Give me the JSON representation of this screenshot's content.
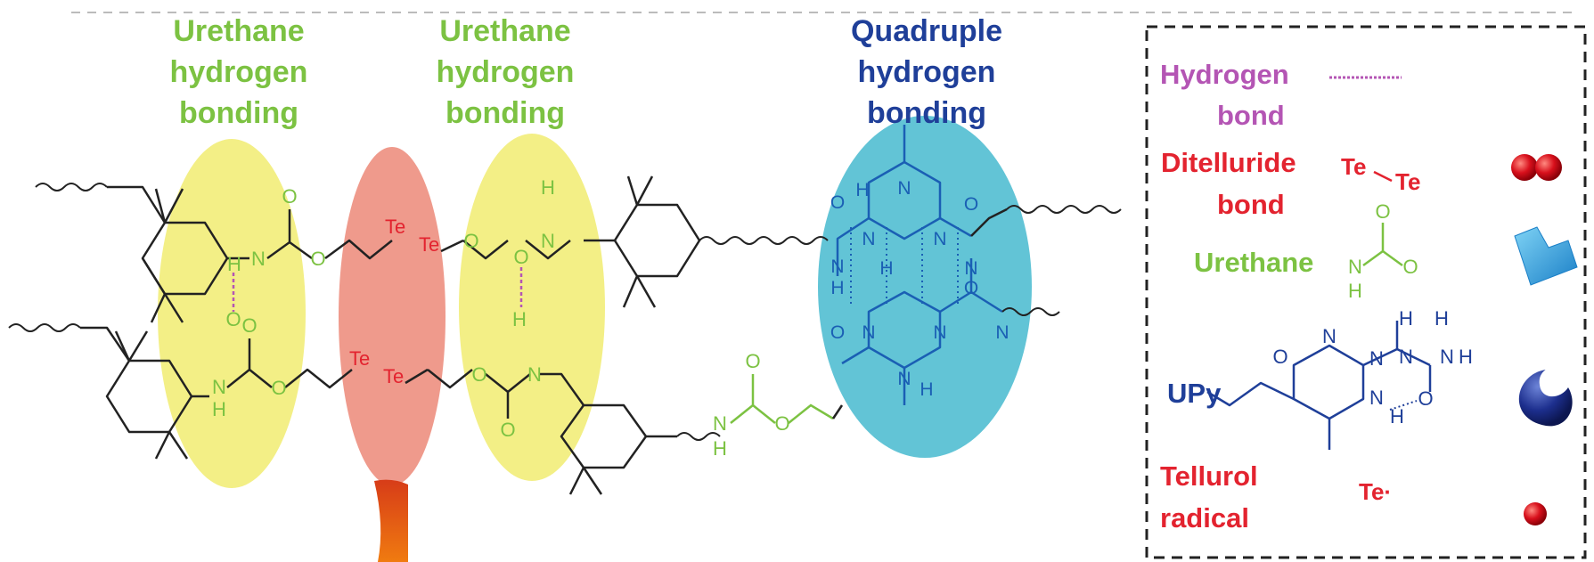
{
  "colors": {
    "urethane": "#7cc242",
    "ditelluride": "#e3232f",
    "quadruple": "#1f3f99",
    "hydrogen_bond": "#b455b4",
    "skeleton": "#222222",
    "atom_blue": "#1a5fb4",
    "yellow_oval": "#f3ef86",
    "red_oval": "#ef9a8c",
    "blue_oval": "#62c4d6"
  },
  "labels": {
    "urethane1": [
      "Urethane",
      "hydrogen",
      "bonding"
    ],
    "urethane2": [
      "Urethane",
      "hydrogen",
      "bonding"
    ],
    "quadruple": [
      "Quadruple",
      "hydrogen",
      "bonding"
    ]
  },
  "atoms": {
    "H": "H",
    "N": "N",
    "O": "O",
    "Te": "Te"
  },
  "legend": {
    "hydrogen_bond": [
      "Hydrogen",
      "bond"
    ],
    "ditelluride": [
      "Ditelluride",
      "bond"
    ],
    "ditelluride_formula": [
      "Te",
      "Te"
    ],
    "urethane": "Urethane",
    "upy": "UPy",
    "tellurol": [
      "Tellurol",
      "radical"
    ],
    "tellurol_formula": "Te·",
    "icons": [
      "double-red-sphere-icon",
      "blue-l-block-icon",
      "yin-drop-icon",
      "red-sphere-icon"
    ]
  }
}
